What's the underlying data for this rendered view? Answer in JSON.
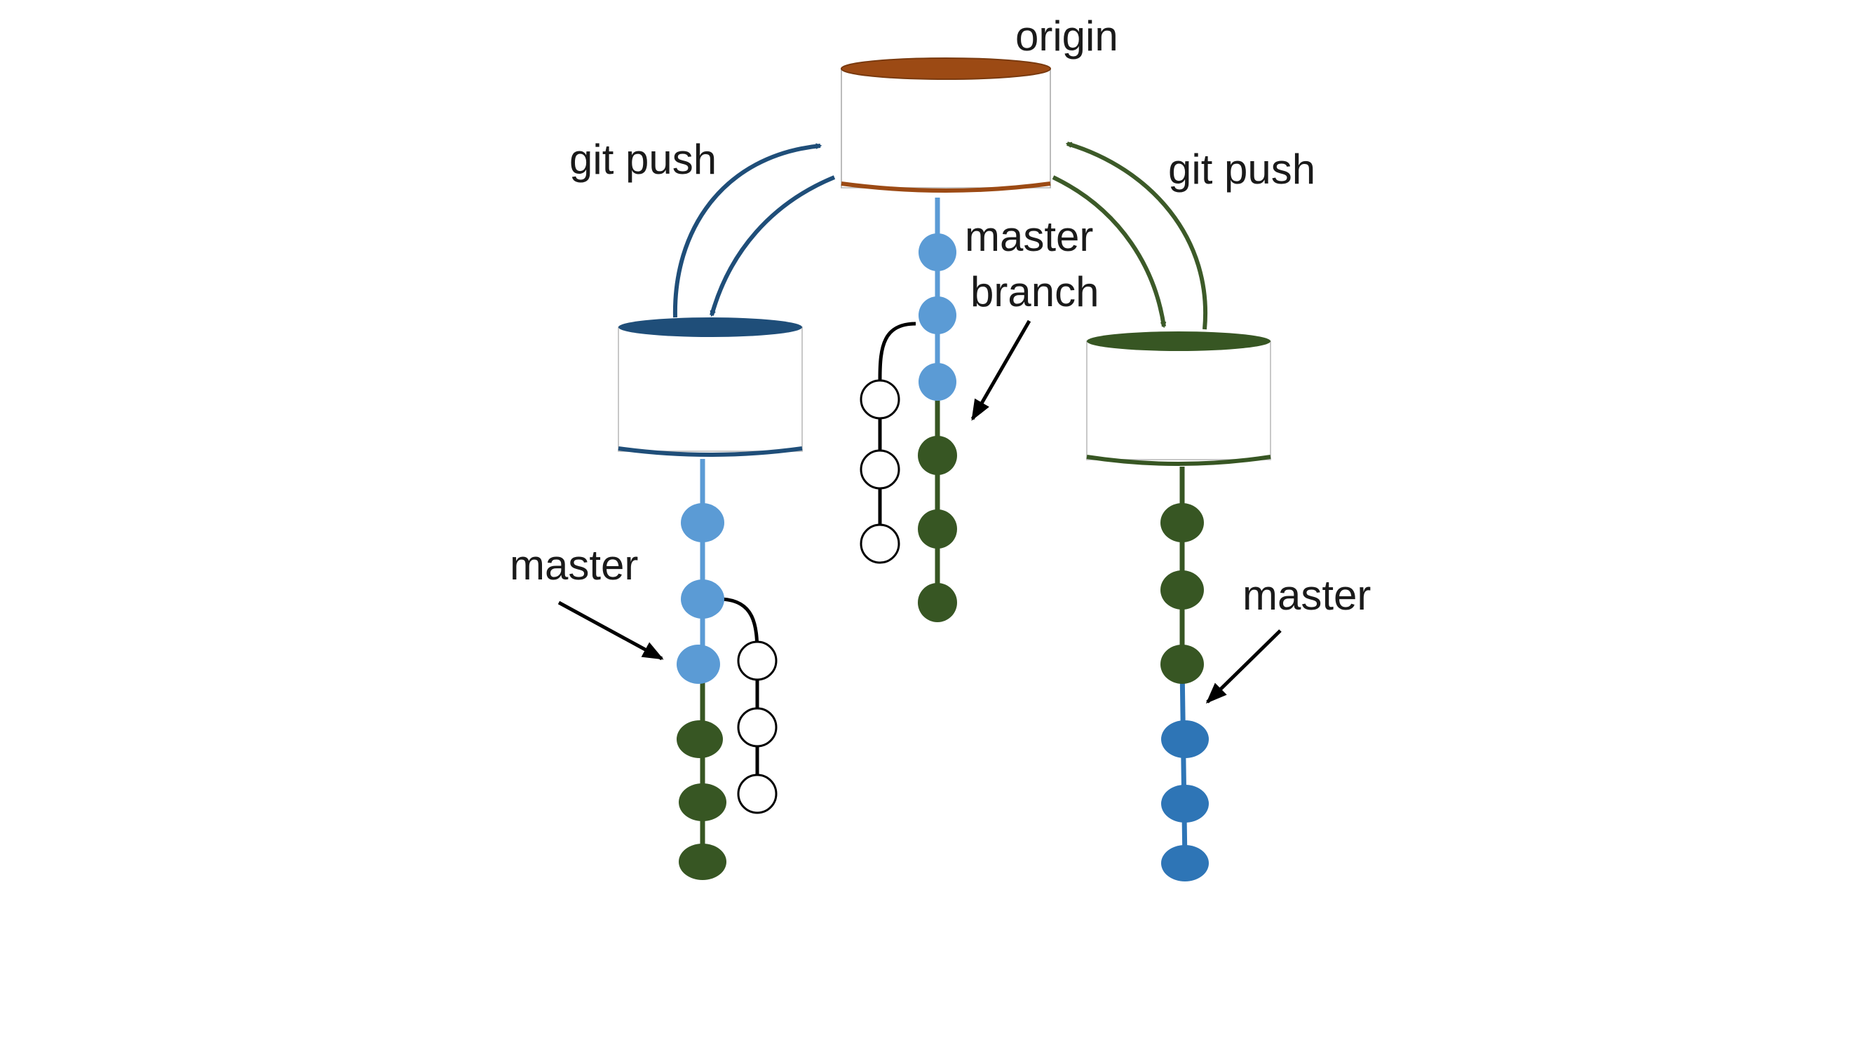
{
  "labels": {
    "origin": "origin",
    "push_left": "git push",
    "push_right": "git push",
    "master_left": "master",
    "master_center_line1": "master",
    "master_center_line2": "branch",
    "master_right": "master"
  },
  "colors": {
    "origin_cap": "#9c4a14",
    "left_cap": "#1f4e79",
    "right_cap": "#375623",
    "commit_light_blue": "#5b9bd5",
    "commit_mid_blue": "#2e75b6",
    "commit_green": "#375623",
    "branch_outline": "#000000",
    "arrow_blue": "#1f4e79",
    "arrow_green": "#3c5a28"
  }
}
